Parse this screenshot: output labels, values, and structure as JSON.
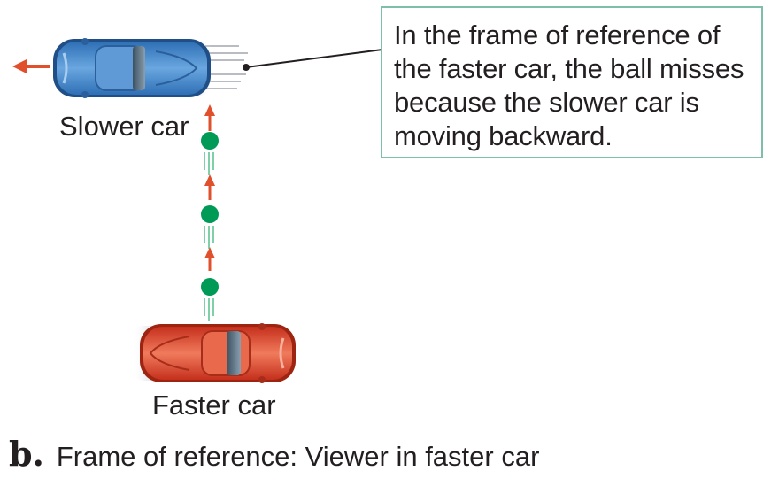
{
  "callout": {
    "lines": [
      "In the frame of reference of",
      "the faster car, the ball misses",
      "because the slower car is",
      "moving backward."
    ]
  },
  "slower_car": {
    "label": "Slower car",
    "color": "#4a8fd0"
  },
  "faster_car": {
    "label": "Faster car",
    "color": "#e04a30"
  },
  "ball": {
    "color": "#009a57"
  },
  "arrow_color": "#e0502d",
  "caption": {
    "letter": "b.",
    "text": "Frame of reference: Viewer in faster car"
  }
}
